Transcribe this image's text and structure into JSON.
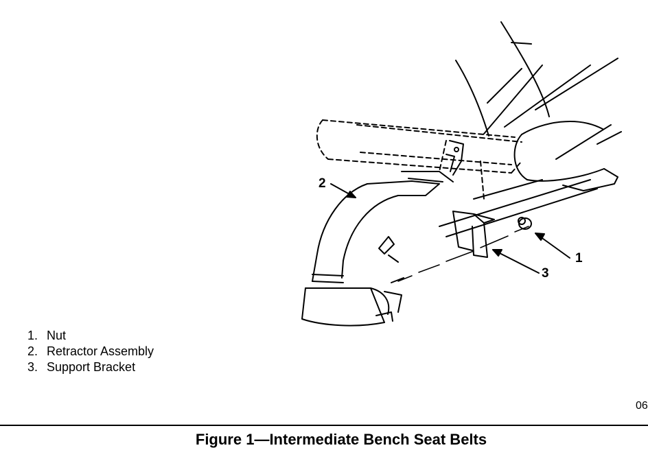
{
  "figure": {
    "caption": "Figure 1—Intermediate Bench Seat Belts",
    "code": "06"
  },
  "callouts": [
    "1",
    "2",
    "3"
  ],
  "legend": [
    {
      "num": "1.",
      "label": "Nut"
    },
    {
      "num": "2.",
      "label": "Retractor Assembly"
    },
    {
      "num": "3.",
      "label": "Support Bracket"
    }
  ]
}
